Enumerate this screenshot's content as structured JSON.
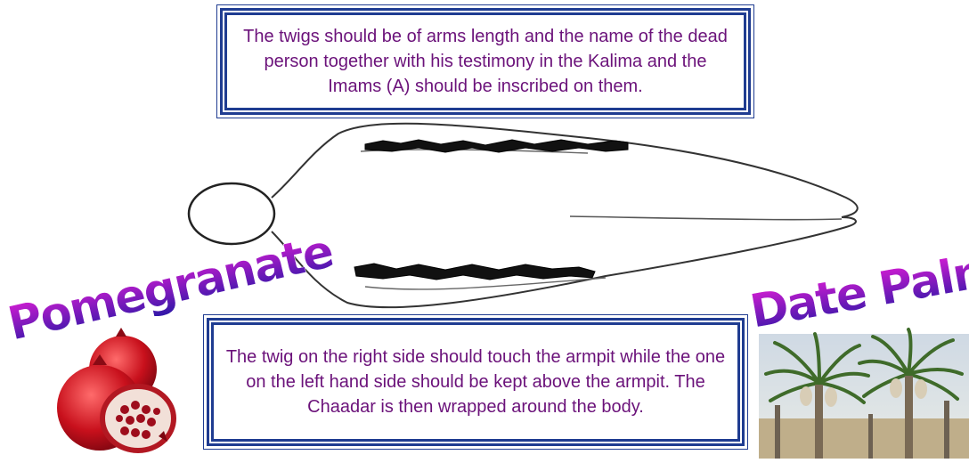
{
  "top_note": "The twigs should be of arms length and the name of the dead person together with his testimony in the Kalima and the Imams (A) should be inscribed on them.",
  "bottom_note": "The twig on the right side should touch the armpit while the one on the left hand side should be kept above the armpit. The Chaadar is then wrapped around the body.",
  "pomegranate_label": "Pomegranate",
  "date_palm_label": "Date Palm",
  "colors": {
    "box_border": "#1f3c91",
    "note_text": "#6b127a",
    "wordart_top": "#d81ccf",
    "wordart_bottom": "#2a1aa8"
  }
}
